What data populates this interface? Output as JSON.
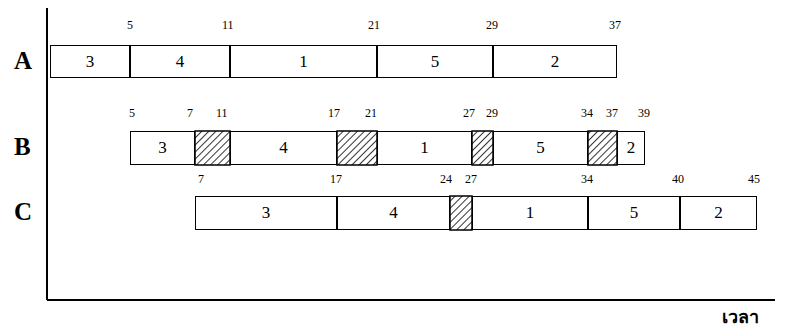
{
  "diagram": {
    "nodes": [
      {
        "text": [
          "3"
        ]
      },
      {
        "text": [
          "4"
        ]
      },
      {
        "text": [
          "1"
        ]
      },
      {
        "text": [
          "5"
        ]
      },
      {
        "text": [
          "2"
        ]
      },
      {
        "text": [
          "3"
        ]
      },
      {
        "text": [
          "4"
        ]
      },
      {
        "text": [
          "1"
        ]
      },
      {
        "text": [
          "5"
        ]
      },
      {
        "text": [
          "2"
        ]
      },
      {
        "text": [
          "3"
        ]
      },
      {
        "text": [
          "4"
        ]
      },
      {
        "text": [
          "1"
        ]
      },
      {
        "text": [
          "5"
        ]
      },
      {
        "text": [
          "2"
        ]
      }
    ],
    "labels": [
      "5",
      "11",
      "21",
      "29",
      "37",
      "A",
      "5",
      "7",
      "11",
      "17",
      "21",
      "27",
      "29",
      "34",
      "37",
      "39",
      "B",
      "7",
      "17",
      "24",
      "27",
      "34",
      "40",
      "45",
      "C",
      "เวลา"
    ]
  }
}
